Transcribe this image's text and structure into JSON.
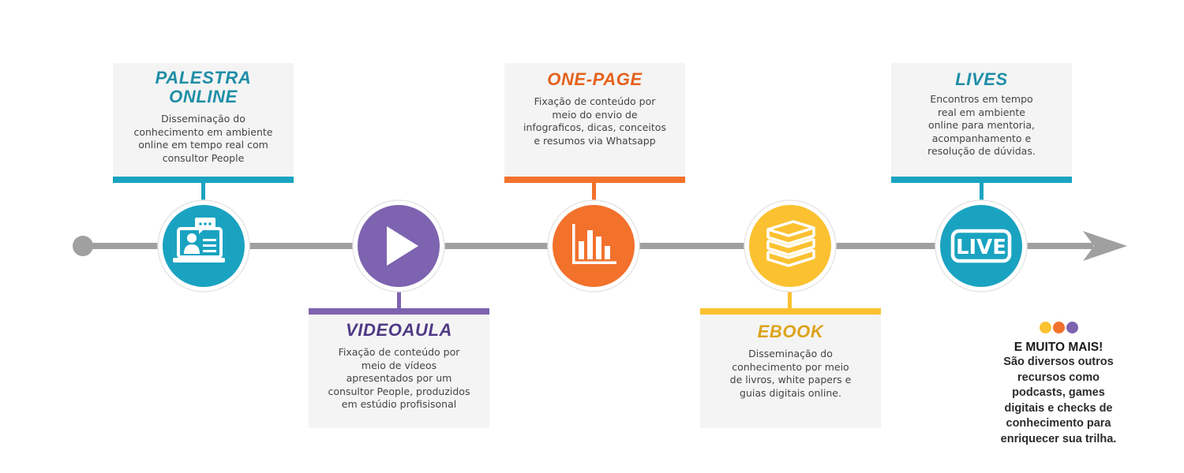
{
  "colors": {
    "teal": "#1aa3c1",
    "purple": "#7d63b0",
    "orange": "#f2712b",
    "yellow": "#fbc130",
    "track": "#a0a0a0",
    "card_bg": "#f4f4f4",
    "title_teal": "#1f8ea6",
    "title_purple": "#4f3a85",
    "title_orange": "#e5611b",
    "title_yellow": "#dda31b"
  },
  "steps": [
    {
      "key": "palestra",
      "title": "PALESTRA\nONLINE",
      "description": "Disseminação do\nconhecimento em ambiente\nonline em tempo real com\nconsultor People",
      "icon": "online-lecture-icon",
      "color": "teal"
    },
    {
      "key": "videoaula",
      "title": "VIDEOAULA",
      "description": "Fixação de conteúdo por\nmeio de vídeos\napresentados por um\nconsultor People, produzidos\nem estúdio profisisonal",
      "icon": "play-icon",
      "color": "purple"
    },
    {
      "key": "onepage",
      "title": "ONE-PAGE",
      "description": "Fixação de conteúdo por\nmeio do envio de\ninfograficos, dicas, conceitos\ne resumos via Whatsapp",
      "icon": "bar-chart-icon",
      "color": "orange"
    },
    {
      "key": "ebook",
      "title": "EBOOK",
      "description": "Disseminação do\nconhecimento por meio\nde livros, white papers e\nguias digitais online.",
      "icon": "books-icon",
      "color": "yellow"
    },
    {
      "key": "lives",
      "title": "LIVES",
      "description": "Encontros em tempo\nreal em ambiente\nonline para mentoria,\nacompanhamento e\nresolução de dúvidas.",
      "icon": "live-icon",
      "icon_label": "LIVE",
      "color": "teal"
    }
  ],
  "more": {
    "title": "E MUITO MAIS!",
    "description": "São diversos outros\nrecursos como\npodcasts, games\ndigitais e checks de\nconhecimento para\nenriquecer sua trilha.",
    "dot_colors": [
      "#fbc130",
      "#f2712b",
      "#7d63b0"
    ]
  }
}
